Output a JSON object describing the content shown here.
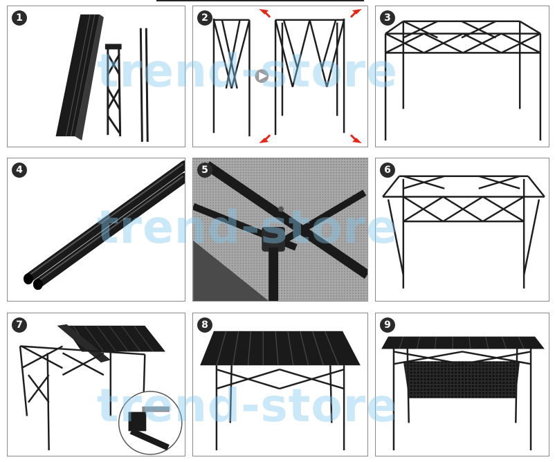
{
  "panels": [
    {
      "number": "1"
    },
    {
      "number": "2"
    },
    {
      "number": "3"
    },
    {
      "number": "4"
    },
    {
      "number": "5"
    },
    {
      "number": "6"
    },
    {
      "number": "7"
    },
    {
      "number": "8"
    },
    {
      "number": "9"
    }
  ],
  "watermark": {
    "text": "trend-store"
  },
  "colors": {
    "frame": "#1e1e1e",
    "arrow": "#e02a1a",
    "panel_border": "#8a8a8a",
    "watermark": "#82c8f0"
  },
  "icons": {
    "arrow": "red-arrow-icon"
  }
}
